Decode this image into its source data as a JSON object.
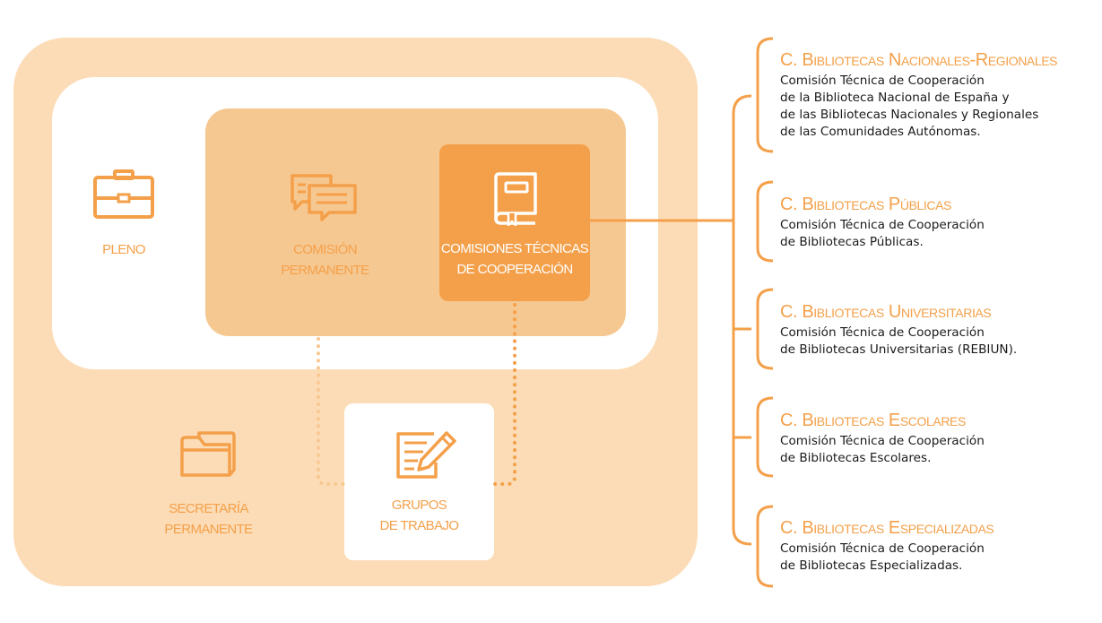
{
  "nodes": {
    "pleno": "PLENO",
    "comision_permanente": "COMISIÓN\nPERMANENTE",
    "comisiones_tecnicas": "COMISIONES TÉCNICAS\nDE COOPERACIÓN",
    "secretaria": "SECRETARÍA\nPERMANENTE",
    "grupos": "GRUPOS\nDE TRABAJO"
  },
  "icons": {
    "pleno": "briefcase-icon",
    "comision_permanente": "chat-bubbles-icon",
    "comisiones_tecnicas": "book-icon",
    "secretaria": "folder-icon",
    "grupos": "edit-document-icon"
  },
  "commissions": [
    {
      "title": "C. Bibliotecas Nacionales-Regionales",
      "description": "Comisión Técnica de Cooperación\nde la Biblioteca Nacional de España y\nde las Bibliotecas Nacionales y Regionales\nde las Comunidades Autónomas."
    },
    {
      "title": "C. Bibliotecas Públicas",
      "description": "Comisión Técnica de Cooperación\nde Bibliotecas Públicas."
    },
    {
      "title": "C. Bibliotecas Universitarias",
      "description": "Comisión Técnica de Cooperación\nde Bibliotecas Universitarias (REBIUN)."
    },
    {
      "title": "C. Bibliotecas Escolares",
      "description": "Comisión Técnica de Cooperación\nde Bibliotecas Escolares."
    },
    {
      "title": "C. Bibliotecas Especializadas",
      "description": "Comisión Técnica de Cooperación\nde Bibliotecas Especializadas."
    }
  ],
  "colors": {
    "accent": "#f4a04a",
    "outer_fill": "#fcdcb6",
    "comision_fill": "#f6c891",
    "dotted_light": "#f8c891"
  }
}
